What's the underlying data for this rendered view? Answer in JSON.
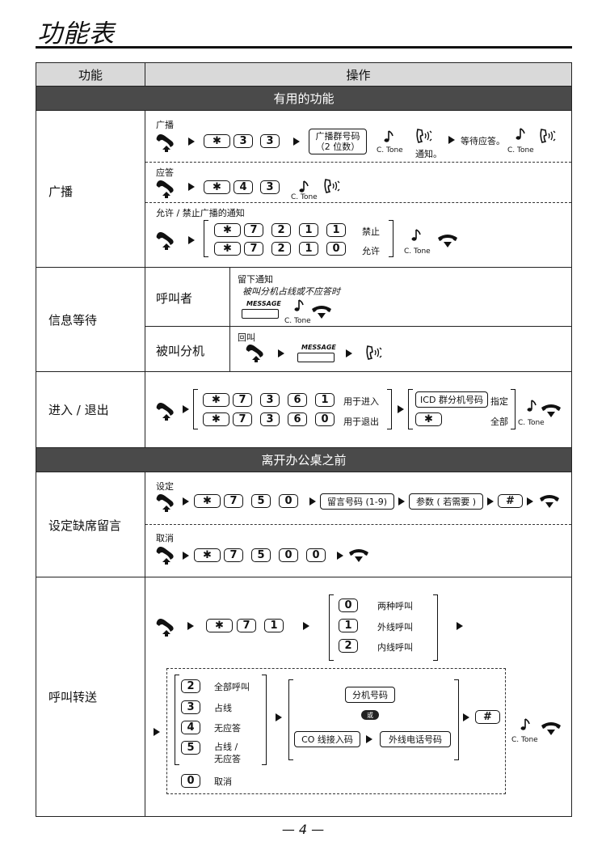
{
  "page_title": "功能表",
  "header": {
    "col_function": "功能",
    "col_operation": "操作"
  },
  "sections": {
    "useful": "有用的功能",
    "before_leaving": "离开办公桌之前"
  },
  "features": {
    "paging": {
      "name": "广播",
      "broadcast_label": "广播",
      "broadcast_group_box": "广播群号码",
      "broadcast_group_sub": "（2 位数）",
      "notify": "通知。",
      "wait_answer": "等待应答。",
      "answer_label": "应答",
      "allow_deny_label": "允许 / 禁止广播的通知",
      "deny": "禁止",
      "allow": "允许"
    },
    "message_waiting": {
      "name": "信息等待",
      "caller": "呼叫者",
      "leave_notice": "留下通知",
      "busy_note": "被叫分机占线或不应答时",
      "called_ext": "被叫分机",
      "callback": "回叫",
      "message_key": "MESSAGE"
    },
    "login_logout": {
      "name": "进入 / 退出",
      "for_login": "用于进入",
      "for_logout": "用于退出",
      "icd_group_box": "ICD 群分机号码",
      "specify": "指定",
      "all": "全部"
    },
    "absent_message": {
      "name": "设定缺席留言",
      "set_label": "设定",
      "msg_no_box": "留言号码 (1-9)",
      "param_box": "参数 ( 若需要 )",
      "cancel_label": "取消"
    },
    "call_forwarding": {
      "name": "呼叫转送",
      "both_calls": "两种呼叫",
      "outside_calls": "外线呼叫",
      "inside_calls": "内线呼叫",
      "all_calls": "全部呼叫",
      "busy": "占线",
      "no_answer": "无应答",
      "busy_no_answer_1": "占线 /",
      "busy_no_answer_2": "无应答",
      "cancel": "取消",
      "ext_no_box": "分机号码",
      "or_oval": "或",
      "co_line_box": "CO 线接入码",
      "outside_phone_box": "外线电话号码"
    }
  },
  "keys": {
    "star": "✱",
    "hash": "#",
    "k0": "0",
    "k1": "1",
    "k2": "2",
    "k3": "3",
    "k4": "4",
    "k5": "5",
    "k6": "6",
    "k7": "7"
  },
  "c_tone": "C. Tone",
  "footer": "— 4 —"
}
